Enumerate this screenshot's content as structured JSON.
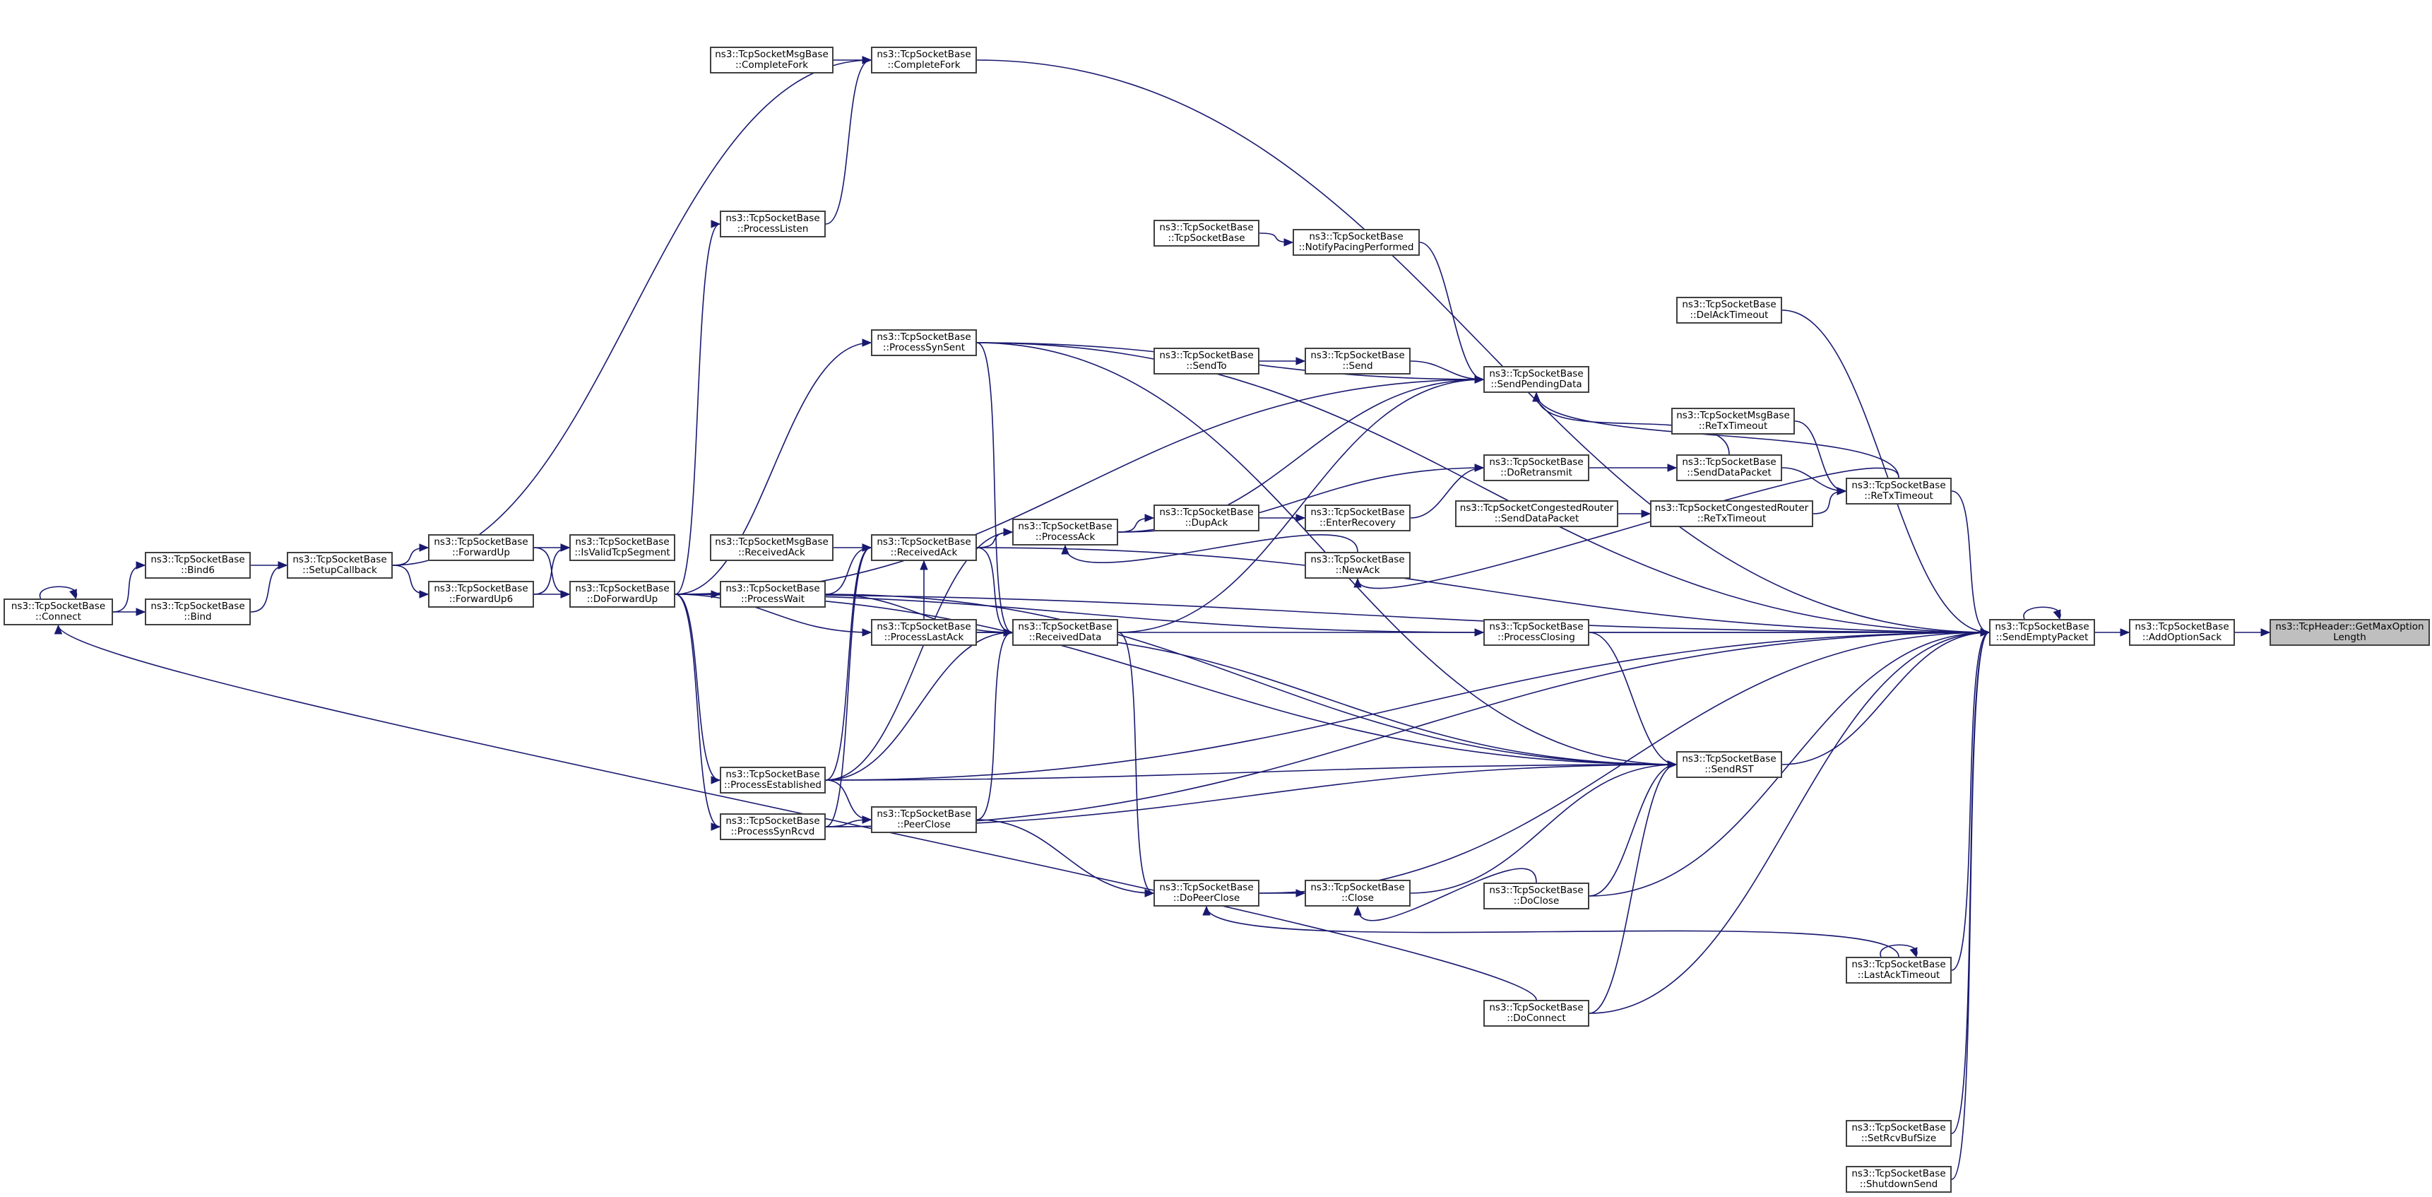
{
  "nodes": [
    {
      "id": "getmaxoption",
      "l1": "ns3::TcpHeader::GetMaxOption",
      "l2": "Length",
      "focus": true
    },
    {
      "id": "addoptionsack",
      "l1": "ns3::TcpSocketBase",
      "l2": "::AddOptionSack"
    },
    {
      "id": "sendemptypacket",
      "l1": "ns3::TcpSocketBase",
      "l2": "::SendEmptyPacket"
    },
    {
      "id": "msgcompletefork",
      "l1": "ns3::TcpSocketMsgBase",
      "l2": "::CompleteFork"
    },
    {
      "id": "completefork",
      "l1": "ns3::TcpSocketBase",
      "l2": "::CompleteFork"
    },
    {
      "id": "processlisten",
      "l1": "ns3::TcpSocketBase",
      "l2": "::ProcessListen"
    },
    {
      "id": "tcpsocketbase",
      "l1": "ns3::TcpSocketBase",
      "l2": "::TcpSocketBase"
    },
    {
      "id": "notifypacing",
      "l1": "ns3::TcpSocketBase",
      "l2": "::NotifyPacingPerformed"
    },
    {
      "id": "delacktimeout",
      "l1": "ns3::TcpSocketBase",
      "l2": "::DelAckTimeout"
    },
    {
      "id": "processsynsent",
      "l1": "ns3::TcpSocketBase",
      "l2": "::ProcessSynSent"
    },
    {
      "id": "sendto",
      "l1": "ns3::TcpSocketBase",
      "l2": "::SendTo"
    },
    {
      "id": "send",
      "l1": "ns3::TcpSocketBase",
      "l2": "::Send"
    },
    {
      "id": "sendpendingdata",
      "l1": "ns3::TcpSocketBase",
      "l2": "::SendPendingData"
    },
    {
      "id": "msgretxtimeout",
      "l1": "ns3::TcpSocketMsgBase",
      "l2": "::ReTxTimeout"
    },
    {
      "id": "doretransmit",
      "l1": "ns3::TcpSocketBase",
      "l2": "::DoRetransmit"
    },
    {
      "id": "senddatapacket",
      "l1": "ns3::TcpSocketBase",
      "l2": "::SendDataPacket"
    },
    {
      "id": "retxtimeout",
      "l1": "ns3::TcpSocketBase",
      "l2": "::ReTxTimeout"
    },
    {
      "id": "cr_senddatapacket",
      "l1": "ns3::TcpSocketCongestedRouter",
      "l2": "::SendDataPacket"
    },
    {
      "id": "cr_retxtimeout",
      "l1": "ns3::TcpSocketCongestedRouter",
      "l2": "::ReTxTimeout"
    },
    {
      "id": "dupack",
      "l1": "ns3::TcpSocketBase",
      "l2": "::DupAck"
    },
    {
      "id": "enterrecovery",
      "l1": "ns3::TcpSocketBase",
      "l2": "::EnterRecovery"
    },
    {
      "id": "processack",
      "l1": "ns3::TcpSocketBase",
      "l2": "::ProcessAck"
    },
    {
      "id": "bind6",
      "l1": "ns3::TcpSocketBase",
      "l2": "::Bind6"
    },
    {
      "id": "setupcallback",
      "l1": "ns3::TcpSocketBase",
      "l2": "::SetupCallback"
    },
    {
      "id": "forwardup",
      "l1": "ns3::TcpSocketBase",
      "l2": "::ForwardUp"
    },
    {
      "id": "isvalidtcpsegment",
      "l1": "ns3::TcpSocketBase",
      "l2": "::IsValidTcpSegment"
    },
    {
      "id": "msgreceivedack",
      "l1": "ns3::TcpSocketMsgBase",
      "l2": "::ReceivedAck"
    },
    {
      "id": "receivedack",
      "l1": "ns3::TcpSocketBase",
      "l2": "::ReceivedAck"
    },
    {
      "id": "newack",
      "l1": "ns3::TcpSocketBase",
      "l2": "::NewAck"
    },
    {
      "id": "connect",
      "l1": "ns3::TcpSocketBase",
      "l2": "::Connect"
    },
    {
      "id": "bind",
      "l1": "ns3::TcpSocketBase",
      "l2": "::Bind"
    },
    {
      "id": "forwardup6",
      "l1": "ns3::TcpSocketBase",
      "l2": "::ForwardUp6"
    },
    {
      "id": "doforwardup",
      "l1": "ns3::TcpSocketBase",
      "l2": "::DoForwardUp"
    },
    {
      "id": "processwait",
      "l1": "ns3::TcpSocketBase",
      "l2": "::ProcessWait"
    },
    {
      "id": "processlastack",
      "l1": "ns3::TcpSocketBase",
      "l2": "::ProcessLastAck"
    },
    {
      "id": "receiveddata",
      "l1": "ns3::TcpSocketBase",
      "l2": "::ReceivedData"
    },
    {
      "id": "processclosing",
      "l1": "ns3::TcpSocketBase",
      "l2": "::ProcessClosing"
    },
    {
      "id": "sendrst",
      "l1": "ns3::TcpSocketBase",
      "l2": "::SendRST"
    },
    {
      "id": "processestablished",
      "l1": "ns3::TcpSocketBase",
      "l2": "::ProcessEstablished"
    },
    {
      "id": "peerclose",
      "l1": "ns3::TcpSocketBase",
      "l2": "::PeerClose"
    },
    {
      "id": "processsynrcvd",
      "l1": "ns3::TcpSocketBase",
      "l2": "::ProcessSynRcvd"
    },
    {
      "id": "dopeerclose",
      "l1": "ns3::TcpSocketBase",
      "l2": "::DoPeerClose"
    },
    {
      "id": "close",
      "l1": "ns3::TcpSocketBase",
      "l2": "::Close"
    },
    {
      "id": "doclose",
      "l1": "ns3::TcpSocketBase",
      "l2": "::DoClose"
    },
    {
      "id": "lastacktimeout",
      "l1": "ns3::TcpSocketBase",
      "l2": "::LastAckTimeout"
    },
    {
      "id": "doconnect",
      "l1": "ns3::TcpSocketBase",
      "l2": "::DoConnect"
    },
    {
      "id": "setrcvbufsize",
      "l1": "ns3::TcpSocketBase",
      "l2": "::SetRcvBufSize"
    },
    {
      "id": "shutdownsend",
      "l1": "ns3::TcpSocketBase",
      "l2": "::ShutdownSend"
    }
  ],
  "edges": [
    [
      "addoptionsack",
      "getmaxoption"
    ],
    [
      "sendemptypacket",
      "addoptionsack"
    ],
    [
      "sendemptypacket",
      "sendemptypacket"
    ],
    [
      "completefork",
      "sendemptypacket"
    ],
    [
      "msgcompletefork",
      "completefork"
    ],
    [
      "processlisten",
      "completefork"
    ],
    [
      "setupcallback",
      "completefork"
    ],
    [
      "tcpsocketbase",
      "notifypacing"
    ],
    [
      "notifypacing",
      "sendpendingdata"
    ],
    [
      "delacktimeout",
      "sendemptypacket"
    ],
    [
      "processsynsent",
      "sendemptypacket"
    ],
    [
      "processsynsent",
      "sendpendingdata"
    ],
    [
      "sendto",
      "send"
    ],
    [
      "send",
      "sendpendingdata"
    ],
    [
      "senddatapacket",
      "sendpendingdata"
    ],
    [
      "retxtimeout",
      "sendpendingdata"
    ],
    [
      "msgretxtimeout",
      "retxtimeout"
    ],
    [
      "doretransmit",
      "senddatapacket"
    ],
    [
      "senddatapacket",
      "retxtimeout"
    ],
    [
      "retxtimeout",
      "sendemptypacket"
    ],
    [
      "cr_senddatapacket",
      "cr_retxtimeout"
    ],
    [
      "cr_retxtimeout",
      "retxtimeout"
    ],
    [
      "processack",
      "doretransmit"
    ],
    [
      "dupack",
      "enterrecovery"
    ],
    [
      "enterrecovery",
      "doretransmit"
    ],
    [
      "processack",
      "dupack"
    ],
    [
      "receivedack",
      "processack"
    ],
    [
      "newack",
      "processack"
    ],
    [
      "retxtimeout",
      "newack"
    ],
    [
      "bind6",
      "setupcallback"
    ],
    [
      "bind",
      "setupcallback"
    ],
    [
      "setupcallback",
      "forwardup"
    ],
    [
      "setupcallback",
      "forwardup6"
    ],
    [
      "forwardup",
      "isvalidtcpsegment"
    ],
    [
      "forwardup6",
      "isvalidtcpsegment"
    ],
    [
      "forwardup",
      "doforwardup"
    ],
    [
      "forwardup6",
      "doforwardup"
    ],
    [
      "connect",
      "bind6"
    ],
    [
      "connect",
      "bind"
    ],
    [
      "connect",
      "connect"
    ],
    [
      "msgreceivedack",
      "receivedack"
    ],
    [
      "receivedack",
      "sendemptypacket"
    ],
    [
      "processwait",
      "receivedack"
    ],
    [
      "processlastack",
      "receivedack"
    ],
    [
      "processestablished",
      "receivedack"
    ],
    [
      "processsynrcvd",
      "receivedack"
    ],
    [
      "receivedack",
      "receiveddata"
    ],
    [
      "doforwardup",
      "processwait"
    ],
    [
      "doforwardup",
      "processlisten"
    ],
    [
      "doforwardup",
      "processsynsent"
    ],
    [
      "doforwardup",
      "processlastack"
    ],
    [
      "doforwardup",
      "processestablished"
    ],
    [
      "doforwardup",
      "processsynrcvd"
    ],
    [
      "doforwardup",
      "sendpendingdata"
    ],
    [
      "processack",
      "sendpendingdata"
    ],
    [
      "processlastack",
      "receiveddata"
    ],
    [
      "receiveddata",
      "sendemptypacket"
    ],
    [
      "processwait",
      "receiveddata"
    ],
    [
      "processsynsent",
      "receiveddata"
    ],
    [
      "processestablished",
      "receiveddata"
    ],
    [
      "peerclose",
      "receiveddata"
    ],
    [
      "receiveddata",
      "dopeerclose"
    ],
    [
      "receiveddata",
      "sendpendingdata"
    ],
    [
      "processclosing",
      "sendemptypacket"
    ],
    [
      "processclosing",
      "sendrst"
    ],
    [
      "doforwardup",
      "processclosing"
    ],
    [
      "sendrst",
      "sendemptypacket"
    ],
    [
      "processsynsent",
      "sendrst"
    ],
    [
      "processwait",
      "sendrst"
    ],
    [
      "processlastack",
      "sendrst"
    ],
    [
      "processestablished",
      "sendrst"
    ],
    [
      "processsynrcvd",
      "sendrst"
    ],
    [
      "doforwardup",
      "sendrst"
    ],
    [
      "processestablished",
      "peerclose"
    ],
    [
      "processsynrcvd",
      "peerclose"
    ],
    [
      "peerclose",
      "dopeerclose"
    ],
    [
      "dopeerclose",
      "close"
    ],
    [
      "close",
      "sendrst"
    ],
    [
      "doclose",
      "close"
    ],
    [
      "doclose",
      "sendrst"
    ],
    [
      "doclose",
      "sendemptypacket"
    ],
    [
      "dopeerclose",
      "sendemptypacket"
    ],
    [
      "lastacktimeout",
      "dopeerclose"
    ],
    [
      "lastacktimeout",
      "lastacktimeout"
    ],
    [
      "lastacktimeout",
      "sendemptypacket"
    ],
    [
      "doconnect",
      "connect"
    ],
    [
      "doconnect",
      "sendrst"
    ],
    [
      "doconnect",
      "sendemptypacket"
    ],
    [
      "processestablished",
      "sendemptypacket"
    ],
    [
      "processsynrcvd",
      "sendemptypacket"
    ],
    [
      "setrcvbufsize",
      "sendemptypacket"
    ],
    [
      "shutdownsend",
      "sendemptypacket"
    ],
    [
      "processestablished",
      "processack"
    ],
    [
      "doforwardup",
      "sendemptypacket"
    ]
  ]
}
